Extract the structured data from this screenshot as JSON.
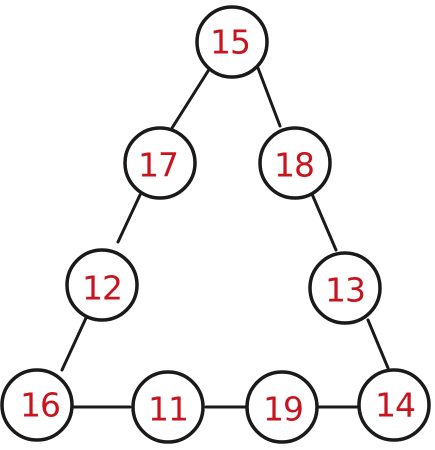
{
  "diagram": {
    "text_color": "#c8141e",
    "line_color": "#1a1a1a",
    "nodes": [
      {
        "id": "top",
        "label": "15"
      },
      {
        "id": "left-1",
        "label": "17"
      },
      {
        "id": "right-1",
        "label": "18"
      },
      {
        "id": "left-2",
        "label": "12"
      },
      {
        "id": "right-2",
        "label": "13"
      },
      {
        "id": "bottom-left",
        "label": "16"
      },
      {
        "id": "bottom-2",
        "label": "11"
      },
      {
        "id": "bottom-3",
        "label": "19"
      },
      {
        "id": "bottom-right",
        "label": "14"
      }
    ]
  }
}
